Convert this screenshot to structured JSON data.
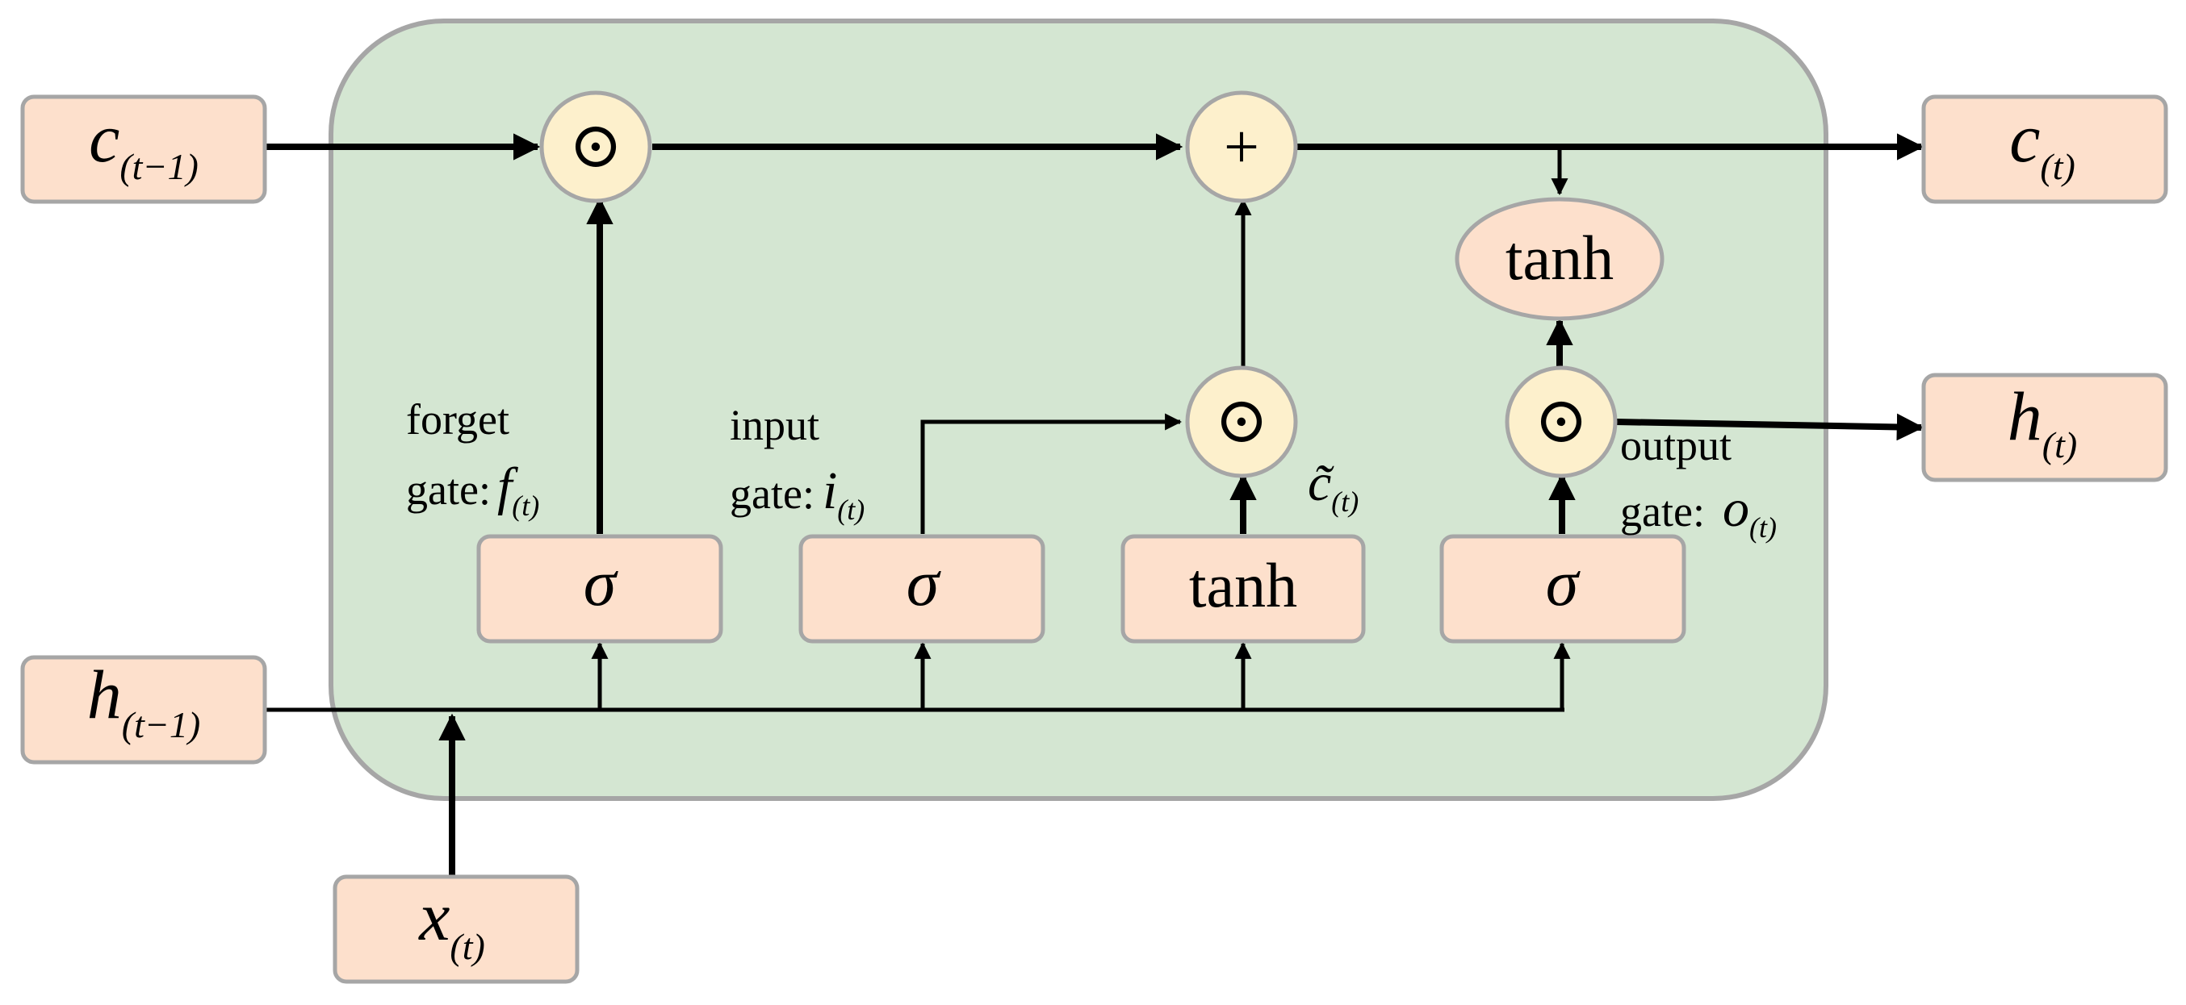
{
  "colors": {
    "cell_fill": "#d4e6d2",
    "cell_stroke": "#a6a6a6",
    "box_fill": "#fde0cc",
    "box_stroke": "#a6a6a6",
    "op_fill": "#fdf0cc",
    "line": "#000000"
  },
  "inputs": {
    "c_prev": {
      "main": "c",
      "sub": "(t−1)"
    },
    "h_prev": {
      "main": "h",
      "sub": "(t−1)"
    },
    "x_t": {
      "main": "x",
      "sub": "(t)"
    }
  },
  "outputs": {
    "c_t": {
      "main": "c",
      "sub": "(t)"
    },
    "h_t": {
      "main": "h",
      "sub": "(t)"
    }
  },
  "layers": {
    "forget_sigma": "σ",
    "input_sigma": "σ",
    "candidate_tanh": "tanh",
    "output_sigma": "σ"
  },
  "operations": {
    "forget_mult": "⊙",
    "add": "+",
    "input_mult": "⊙",
    "output_mult": "⊙",
    "state_tanh": "tanh"
  },
  "labels": {
    "forget_gate": {
      "line1": "forget",
      "line2": "gate:",
      "var": "f",
      "sub": "(t)"
    },
    "input_gate": {
      "line1": "input",
      "line2": "gate:",
      "var": "i",
      "sub": "(t)"
    },
    "output_gate": {
      "line1": "output",
      "line2": "gate:",
      "var": "o",
      "sub": "(t)"
    },
    "candidate": {
      "var": "c̃",
      "sub": "(t)"
    }
  }
}
